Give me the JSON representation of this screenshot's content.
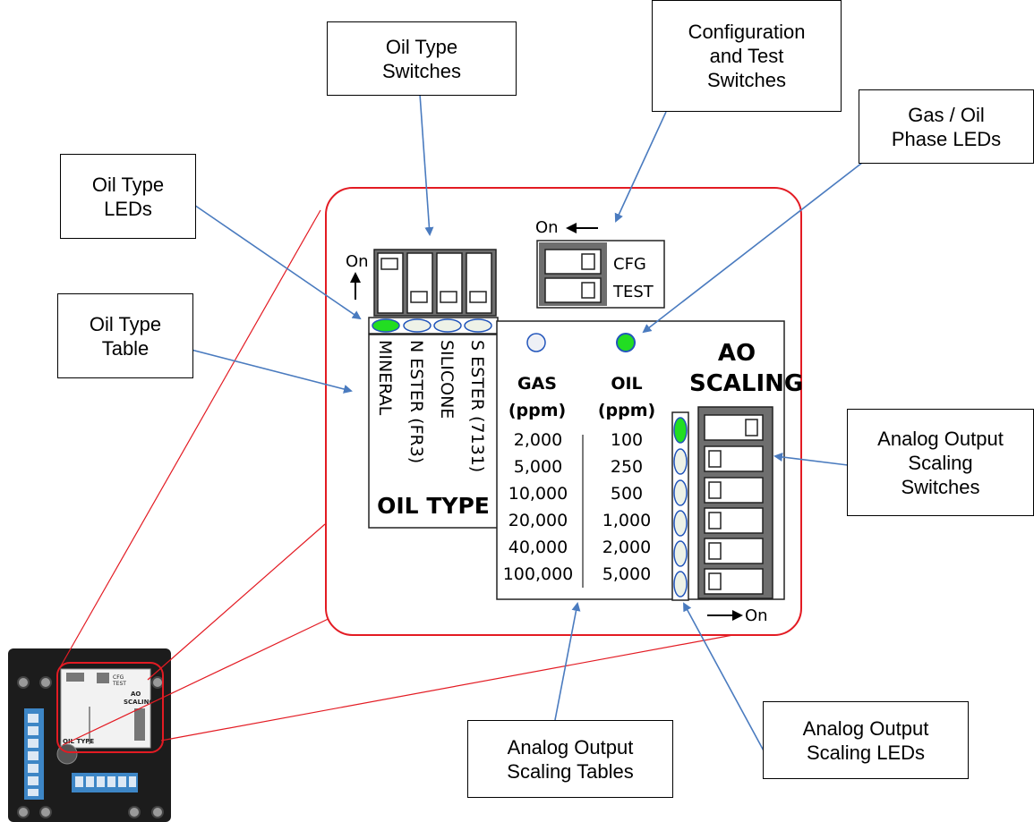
{
  "callouts": {
    "oil_type_switches": [
      "Oil Type",
      "Switches"
    ],
    "config_test_switches": [
      "Configuration",
      "and Test",
      "Switches"
    ],
    "gas_oil_phase_leds": [
      "Gas / Oil",
      "Phase LEDs"
    ],
    "oil_type_leds": [
      "Oil Type",
      "LEDs"
    ],
    "oil_type_table": [
      "Oil Type",
      "Table"
    ],
    "ao_scaling_switches": [
      "Analog Output",
      "Scaling",
      "Switches"
    ],
    "ao_scaling_tables": [
      "Analog Output",
      "Scaling Tables"
    ],
    "ao_scaling_leds": [
      "Analog Output",
      "Scaling LEDs"
    ]
  },
  "panel": {
    "oil_on_label": "On",
    "cfg_on_label": "On",
    "cfg_label": "CFG",
    "test_label": "TEST",
    "oil_types": [
      "MINERAL",
      "N ESTER (FR3)",
      "SILICONE",
      "S ESTER (7131)"
    ],
    "oil_type_title": "OIL TYPE",
    "gas_header": [
      "GAS",
      "(ppm)"
    ],
    "oil_header": [
      "OIL",
      "(ppm)"
    ],
    "gas_values": [
      "2,000",
      "5,000",
      "10,000",
      "20,000",
      "40,000",
      "100,000"
    ],
    "oil_values": [
      "100",
      "250",
      "500",
      "1,000",
      "2,000",
      "5,000"
    ],
    "ao_title": [
      "AO",
      "SCALING"
    ],
    "ao_on_label": "On"
  },
  "device": {
    "mini_cfg": "CFG",
    "mini_test": "TEST",
    "mini_oil_type": "OIL TYPE",
    "mini_ao": "AO",
    "mini_scaling": "SCALING"
  },
  "colors": {
    "highlight_red": "#e31b23",
    "arrow_blue": "#4a7bbf",
    "led_green": "#22dd22",
    "led_ring_blue": "#2255bb",
    "switch_gray": "#6e6e6e"
  }
}
